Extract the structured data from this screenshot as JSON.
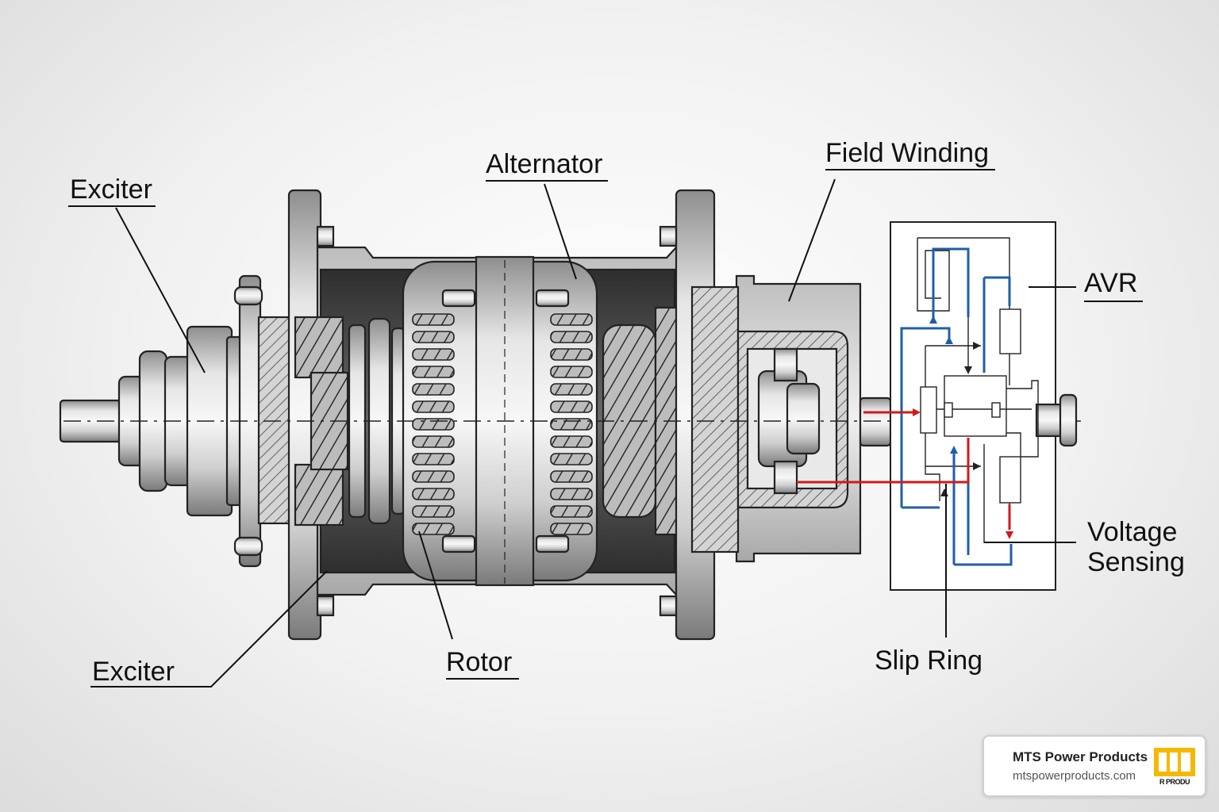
{
  "labels": {
    "exciter_top": "Exciter",
    "alternator": "Alternator",
    "field_winding": "Field Winding",
    "avr": "AVR",
    "voltage_sensing_line1": "Voltage",
    "voltage_sensing_line2": "Sensing",
    "slip_ring": "Slip Ring",
    "rotor": "Rotor",
    "exciter_bottom": "Exciter"
  },
  "brand": {
    "name": "MTS Power Products",
    "url": "mtspowerproducts.com",
    "logo_text": "R PRODU",
    "logo_color": "#f5b800"
  },
  "colors": {
    "signal_red": "#d11a1a",
    "signal_blue": "#1f5fa8",
    "metal_light": "#e2e2e2",
    "metal_dark": "#3f3f3f"
  }
}
